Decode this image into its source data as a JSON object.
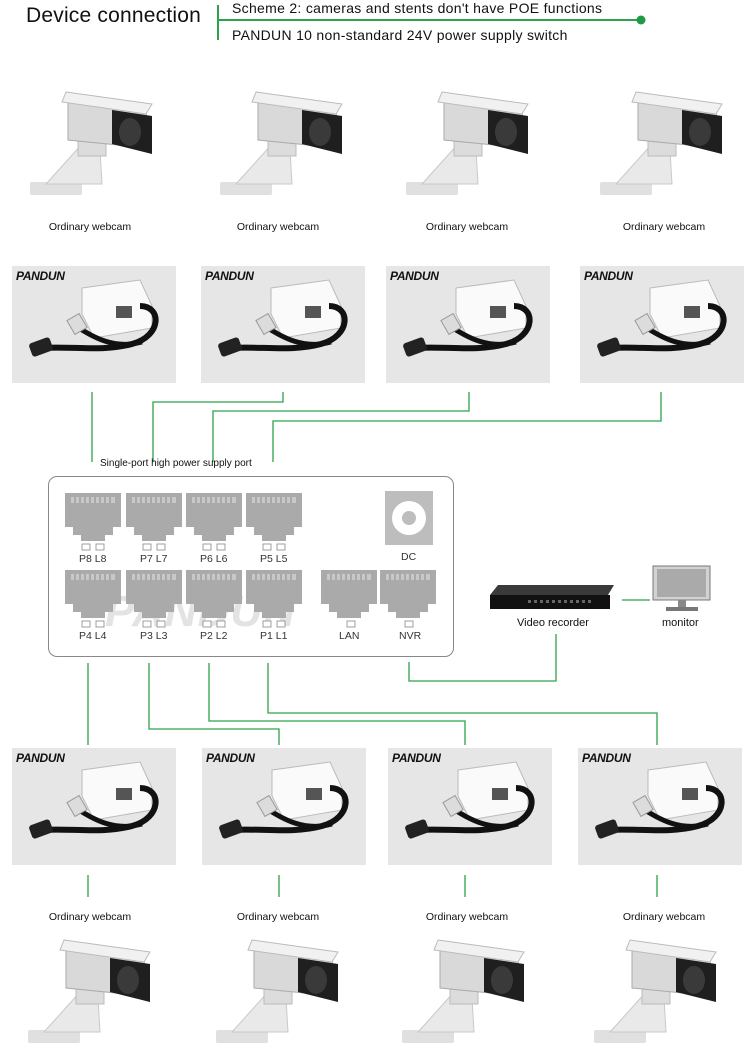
{
  "header": {
    "title": "Device connection",
    "scheme": "Scheme 2: cameras and stents don't have POE functions",
    "switch_desc": "PANDUN 10 non-standard 24V power supply switch"
  },
  "webcam_label": "Ordinary webcam",
  "adapter_brand": "PANDUN",
  "top_cams": [
    {
      "label": "Ordinary webcam"
    },
    {
      "label": "Ordinary webcam"
    },
    {
      "label": "Ordinary webcam"
    },
    {
      "label": "Ordinary webcam"
    }
  ],
  "bottom_cams": [
    {
      "label": "Ordinary webcam"
    },
    {
      "label": "Ordinary webcam"
    },
    {
      "label": "Ordinary webcam"
    },
    {
      "label": "Ordinary webcam"
    }
  ],
  "switch": {
    "port_note": "Single-port high power supply port",
    "watermark": "PANDUN",
    "ports_top": [
      "P8 L8",
      "P7 L7",
      "P6 L6",
      "P5 L5"
    ],
    "ports_bottom": [
      "P4 L4",
      "P3 L3",
      "P2 L2",
      "P1 L1"
    ],
    "lan": "LAN",
    "nvr": "NVR",
    "dc": "DC"
  },
  "devices": {
    "recorder": "Video recorder",
    "monitor": "monitor"
  },
  "colors": {
    "wire": "#2ca24a",
    "accent": "#1e9b45"
  }
}
